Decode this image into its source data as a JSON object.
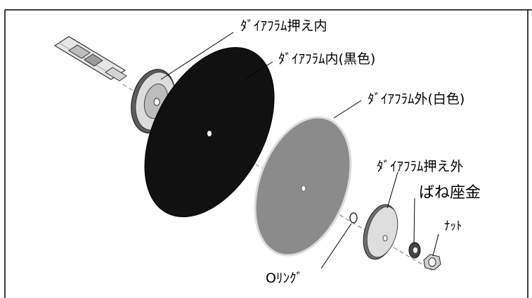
{
  "diagram": {
    "labels": {
      "diaphragm_holder_inner": "ﾀﾞｲｱﾌﾗﾑ押え内",
      "diaphragm_inner": "ﾀﾞｲｱﾌﾗﾑ内(黒色)",
      "diaphragm_outer": "ﾀﾞｲｱﾌﾗﾑ外(白色)",
      "diaphragm_holder_outer": "ﾀﾞｲｱﾌﾗﾑ押え外",
      "spring_washer": "ばね座金",
      "nut": "ﾅｯﾄ",
      "o_ring": "Oﾘﾝｸﾞ"
    },
    "colors": {
      "frame": "#000000",
      "inner_diaphragm": "#141414",
      "outer_diaphragm": "#8a8a8a",
      "metal_light": "#d8d8d8",
      "metal_dark": "#6a6a6a"
    }
  }
}
